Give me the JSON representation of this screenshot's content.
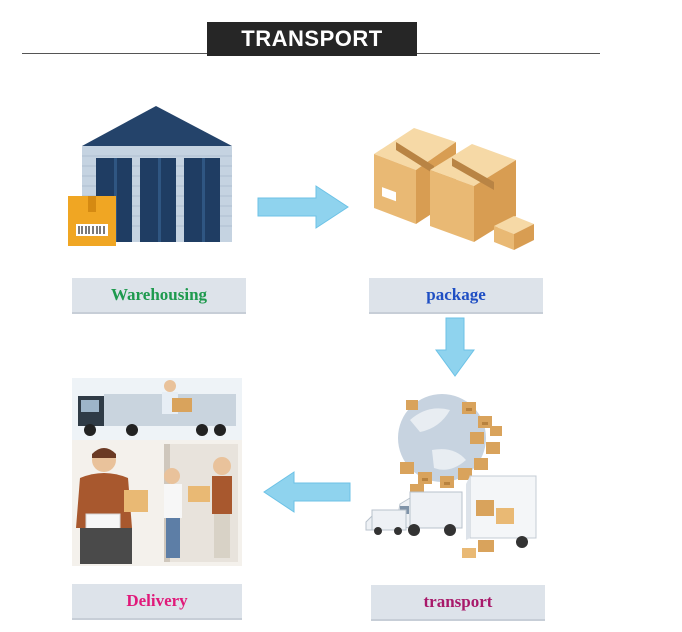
{
  "title": "TRANSPORT",
  "steps": [
    {
      "label": "Warehousing",
      "color": "#1e9a4e",
      "icon": "warehouse-icon"
    },
    {
      "label": "package",
      "color": "#1f4fc4",
      "icon": "boxes-icon"
    },
    {
      "label": "transport",
      "color": "#a8196a",
      "icon": "globe-trucks-icon"
    },
    {
      "label": "Delivery",
      "color": "#e0197a",
      "icon": "courier-delivery-icon"
    }
  ],
  "colors": {
    "arrow": "#8fd3ee",
    "label_bg": "#dde3ea",
    "title_bg": "#262626"
  }
}
